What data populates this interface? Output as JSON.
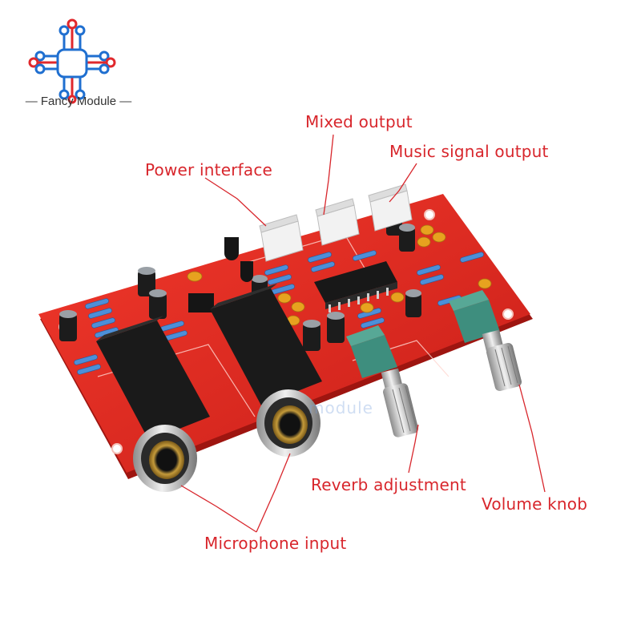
{
  "brand": {
    "name": "Fancy Module"
  },
  "watermark": "module",
  "labels": {
    "mixed_output": "Mixed output",
    "music_signal_output": "Music signal output",
    "power_interface": "Power interface",
    "reverb_adjustment": "Reverb adjustment",
    "volume_knob": "Volume knob",
    "microphone_input": "Microphone input"
  },
  "colors": {
    "label_red": "#d8262c",
    "board_red": "#e02a22",
    "logo_blue": "#1f6fd0",
    "logo_red": "#e0282c"
  }
}
